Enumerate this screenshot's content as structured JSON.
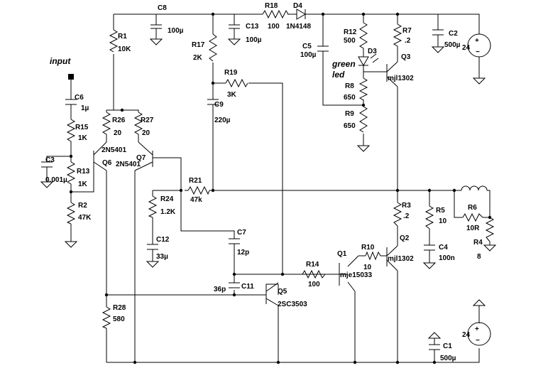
{
  "input_label": "input",
  "green_label": "green",
  "led_label": "led",
  "components": {
    "C8": {
      "ref": "C8",
      "val": "100µ"
    },
    "R18": {
      "ref": "R18",
      "val": "100"
    },
    "D4": {
      "ref": "D4",
      "val": "1N4148"
    },
    "R1": {
      "ref": "R1",
      "val": "10K"
    },
    "R17": {
      "ref": "R17",
      "val": "2K"
    },
    "C13": {
      "ref": "C13",
      "val": "100µ"
    },
    "C5": {
      "ref": "C5",
      "val": "100µ"
    },
    "R12": {
      "ref": "R12",
      "val": "500"
    },
    "D3": {
      "ref": "D3"
    },
    "R7": {
      "ref": "R7",
      "val": ".2"
    },
    "Q3": {
      "ref": "Q3",
      "val": "mjl1302"
    },
    "C2": {
      "ref": "C2",
      "val": "500µ"
    },
    "V_top": {
      "val": "24"
    },
    "R19": {
      "ref": "R19",
      "val": "3K"
    },
    "C6": {
      "ref": "C6",
      "val": "1µ"
    },
    "R8": {
      "ref": "R8",
      "val": "650"
    },
    "R9": {
      "ref": "R9",
      "val": "650"
    },
    "R26": {
      "ref": "R26",
      "val": "20"
    },
    "R27": {
      "ref": "R27",
      "val": "20"
    },
    "C9": {
      "ref": "C9",
      "val": "220µ"
    },
    "R15": {
      "ref": "R15",
      "val": "1K"
    },
    "Q6": {
      "ref": "Q6",
      "val": "2N5401"
    },
    "Q7": {
      "ref": "Q7",
      "val": "2N5401"
    },
    "C3": {
      "ref": "C3",
      "val": "0.001µ"
    },
    "R13": {
      "ref": "R13",
      "val": "1K"
    },
    "R2": {
      "ref": "R2",
      "val": "47K"
    },
    "R21": {
      "ref": "R21",
      "val": "47k"
    },
    "R24": {
      "ref": "R24",
      "val": "1.2K"
    },
    "R3": {
      "ref": "R3",
      "val": ".2"
    },
    "R5": {
      "ref": "R5",
      "val": "10"
    },
    "R6": {
      "ref": "R6",
      "val": "10R"
    },
    "R4": {
      "ref": "R4",
      "val": "8"
    },
    "C7": {
      "ref": "C7",
      "val": "12p"
    },
    "C12": {
      "ref": "C12",
      "val": "33µ"
    },
    "C4": {
      "ref": "C4",
      "val": "100n"
    },
    "Q2": {
      "ref": "Q2",
      "val": "mjl1302"
    },
    "R10": {
      "ref": "R10",
      "val": "10"
    },
    "Q1": {
      "ref": "Q1",
      "val": "mje15033"
    },
    "R14": {
      "ref": "R14",
      "val": "100"
    },
    "C11": {
      "ref": "C11",
      "val": "36p"
    },
    "Q5": {
      "ref": "Q5",
      "val": "2SC3503"
    },
    "R28": {
      "ref": "R28",
      "val": "580"
    },
    "C1": {
      "ref": "C1",
      "val": "500µ"
    },
    "V_bot": {
      "val": "24"
    }
  }
}
